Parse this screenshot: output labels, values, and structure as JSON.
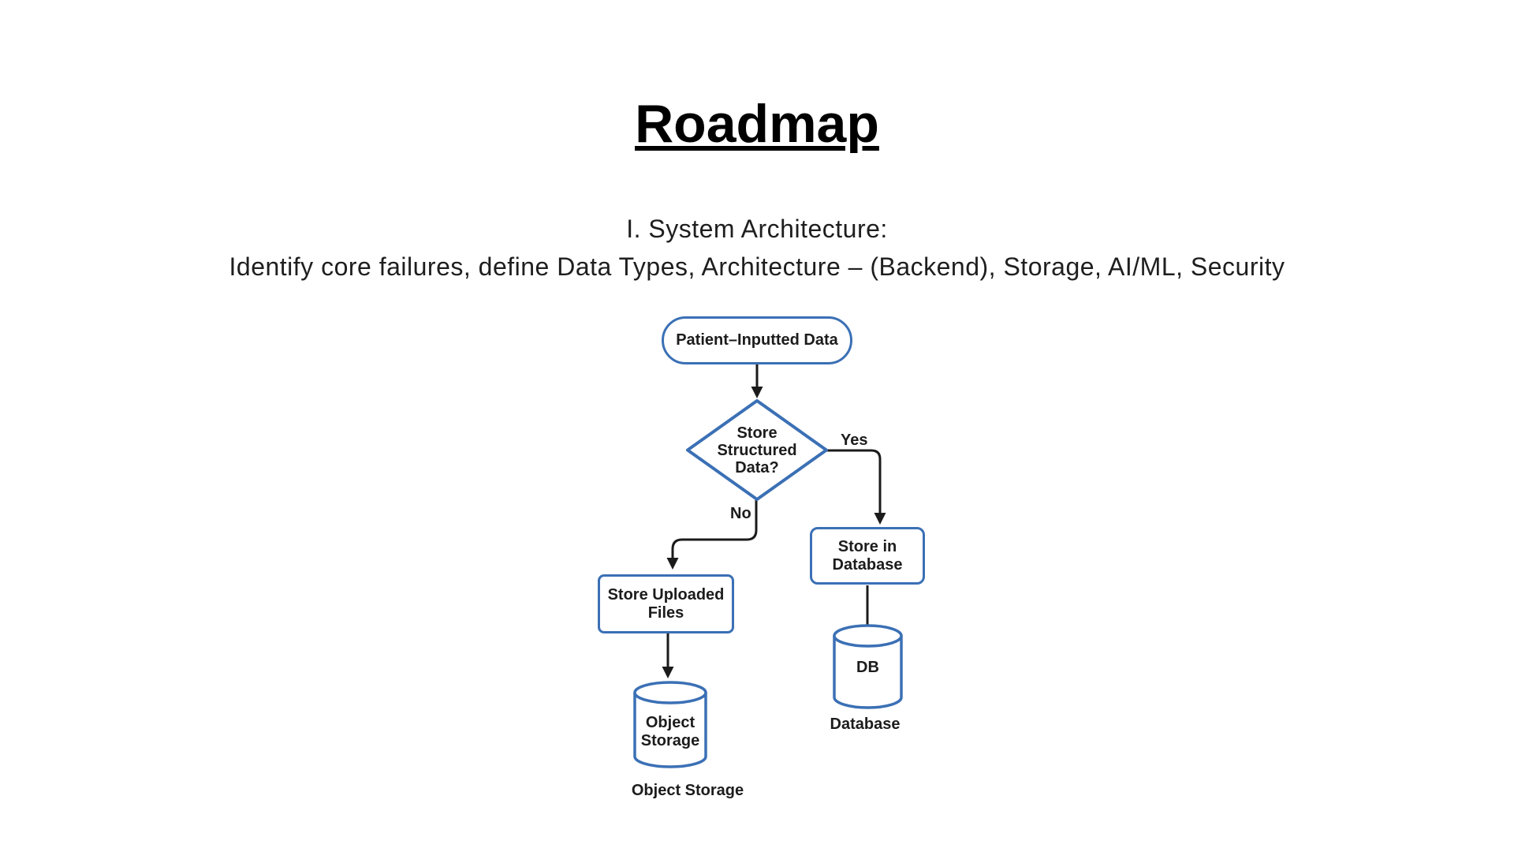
{
  "page": {
    "title": "Roadmap",
    "subtitle": {
      "line1": "I. System Architecture:",
      "line2": "Identify core failures, define Data Types, Architecture – (Backend), Storage, AI/ML, Security"
    }
  },
  "colors": {
    "background": "#ffffff",
    "shape_border": "#3b70b5",
    "connector": "#1b1b1b",
    "text": "#1c1c1c"
  },
  "flowchart": {
    "start_node": {
      "label": "Patient–Inputted Data"
    },
    "decision_node": {
      "label": "Store Structured Data?"
    },
    "yes_label": "Yes",
    "no_label": "No",
    "store_in_database_node": {
      "label": "Store in Database"
    },
    "store_uploaded_files_node": {
      "label": "Store Uploaded Files"
    },
    "db_cylinder": {
      "label": "DB",
      "caption": "Database"
    },
    "object_storage_cylinder": {
      "label": "Object Storage",
      "caption": "Object Storage"
    }
  }
}
